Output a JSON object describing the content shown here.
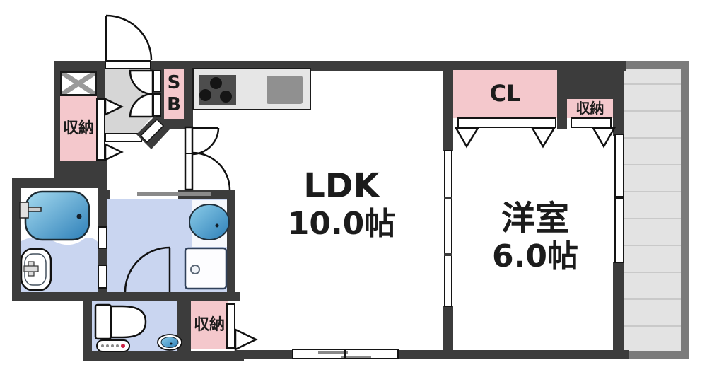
{
  "labels": {
    "ldk": "LDK",
    "ldk_size": "10.0帖",
    "western_room": "洋室",
    "western_size": "6.0帖",
    "closet": "CL",
    "shoe_box_top": "S",
    "shoe_box_bottom": "B",
    "storage_entrance": "収納",
    "storage_bedroom": "収納",
    "storage_toilet": "収納"
  },
  "rooms": [
    {
      "name": "LDK",
      "size": "10.0帖"
    },
    {
      "name": "洋室",
      "size": "6.0帖"
    }
  ],
  "icons": {
    "stove_burners": "3",
    "features": [
      "bathtub-icon",
      "washbasin-icon",
      "washing-machine-pan-icon",
      "toilet-icon",
      "mini-sink-icon",
      "kitchen-stove-icon",
      "kitchen-sink-icon",
      "door-swing-arcs",
      "folding-door-triangles",
      "sliding-windows",
      "balcony-tiles"
    ]
  },
  "colors": {
    "wall": "#3c3c3c",
    "pink": "#f4c8cc",
    "floorblue": "#c9d5f0",
    "genkan": "#d6d6d6",
    "balcony": "#e3e3e3",
    "balconyframe": "#7b7b7b",
    "grid": "#c9c9c9",
    "counter": "#e6e6e6",
    "stove": "#4d4d4d",
    "sink": "#909090",
    "text": "#1c1c1c",
    "fixture_blue_light": "#a6dbf0",
    "fixture_blue_dark": "#2d7fb8"
  }
}
